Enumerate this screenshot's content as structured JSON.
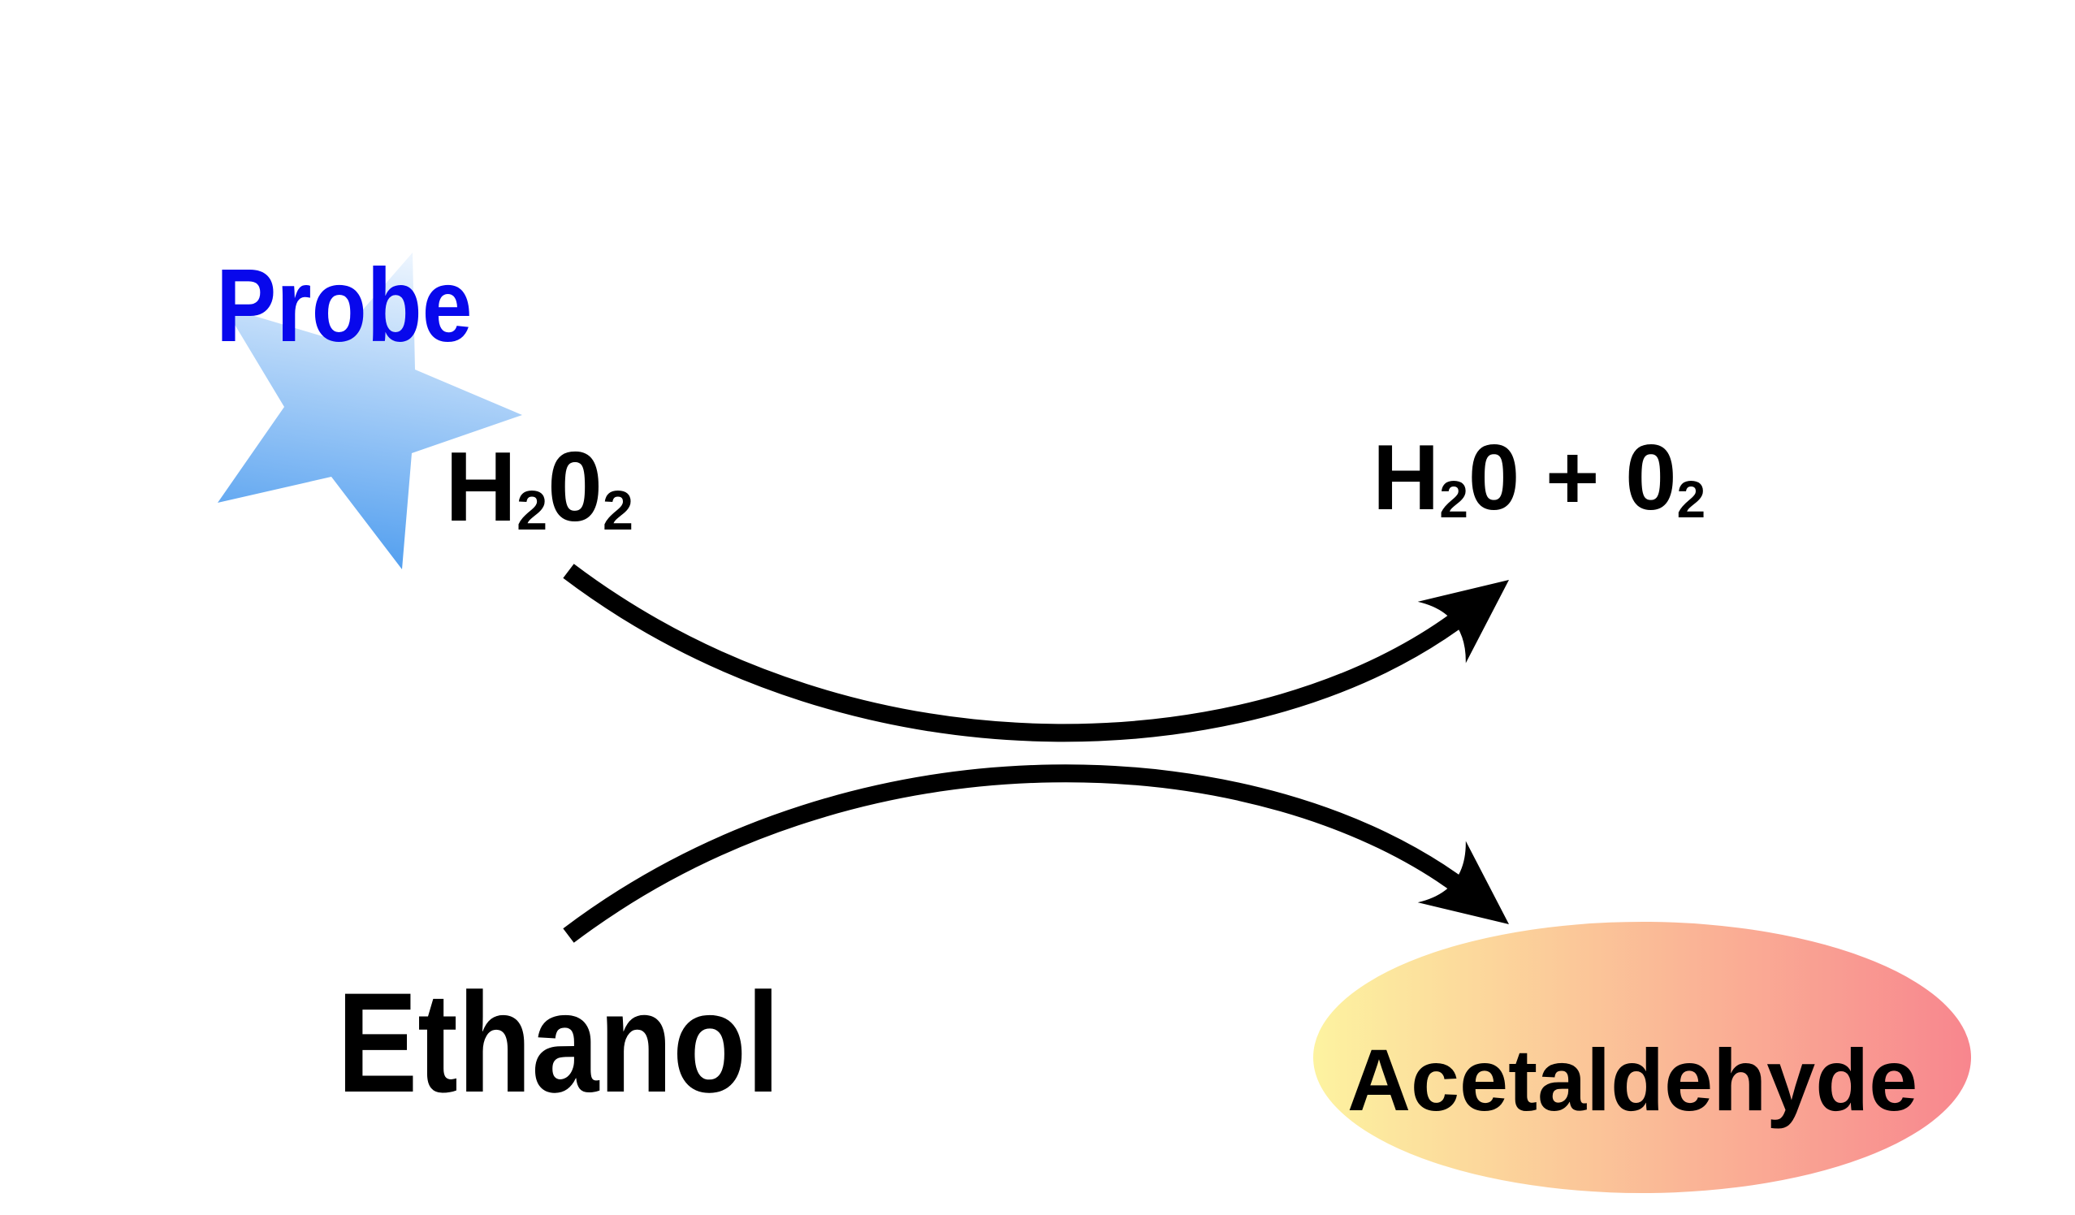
{
  "labels": {
    "probe": "Probe",
    "ethanol": "Ethanol",
    "acetaldehyde": "Acetaldehyde"
  },
  "formulas": {
    "peroxide": {
      "base1": "H",
      "sub1": "2",
      "base2": "0",
      "sub2": "2"
    },
    "products": {
      "base1": "H",
      "sub1": "2",
      "base2": "0 + 0",
      "sub2": "2"
    }
  },
  "diagram": {
    "reactant_top": "H202 (hydrogen peroxide, tagged with probe star)",
    "reactant_bottom": "Ethanol",
    "product_top": "H20 + 02",
    "product_bottom": "Acetaldehyde"
  },
  "colors": {
    "background": "#FFFFFF",
    "black": "#000000",
    "probe_text": "#0808EC",
    "star_gradient_top": "#EDF5FE",
    "star_gradient_bottom": "#4F9DEF",
    "ellipse_gradient_left": "#FDF3A0",
    "ellipse_gradient_right": "#F8868E"
  }
}
